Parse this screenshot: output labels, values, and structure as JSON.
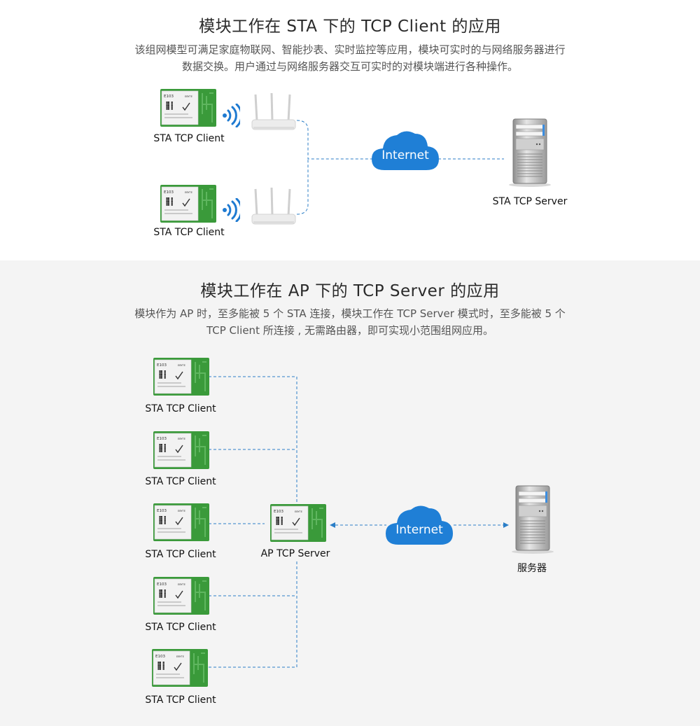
{
  "colors": {
    "module_green": "#3a9a3a",
    "cloud_blue": "#1f7fd6",
    "link_blue": "#2b7ec7",
    "wifi_blue": "#1e7ad1",
    "section2_bg": "#f4f4f4"
  },
  "section1": {
    "title": "模块工作在 STA 下的 TCP Client 的应用",
    "desc_line1": "该组网模型可满足家庭物联网、智能抄表、实时监控等应用，模块可实时的与网络服务器进行",
    "desc_line2": "数据交换。用户通过与网络服务器交互可实时的对模块端进行各种操作。",
    "client_label_1": "STA  TCP Client",
    "client_label_2": "STA  TCP Client",
    "cloud_label": "Internet",
    "server_label": "STA  TCP  Server"
  },
  "section2": {
    "title": "模块工作在 AP 下的 TCP Server 的应用",
    "desc_line1": "模块作为 AP 时，至多能被 5 个 STA 连接，模块工作在 TCP Server 模式时，至多能被 5 个",
    "desc_line2": "TCP Client 所连接 , 无需路由器，即可实现小范围组网应用。",
    "clients": [
      {
        "label": "STA  TCP  Client"
      },
      {
        "label": "STA  TCP  Client"
      },
      {
        "label": "STA  TCP  Client"
      },
      {
        "label": "STA  TCP  Client"
      },
      {
        "label": "STA  TCP  Client"
      }
    ],
    "ap_label": "AP TCP Server",
    "cloud_label": "Internet",
    "server_label": "服务器"
  },
  "module_chip": {
    "model": "E103",
    "brand": "EBYTE"
  }
}
